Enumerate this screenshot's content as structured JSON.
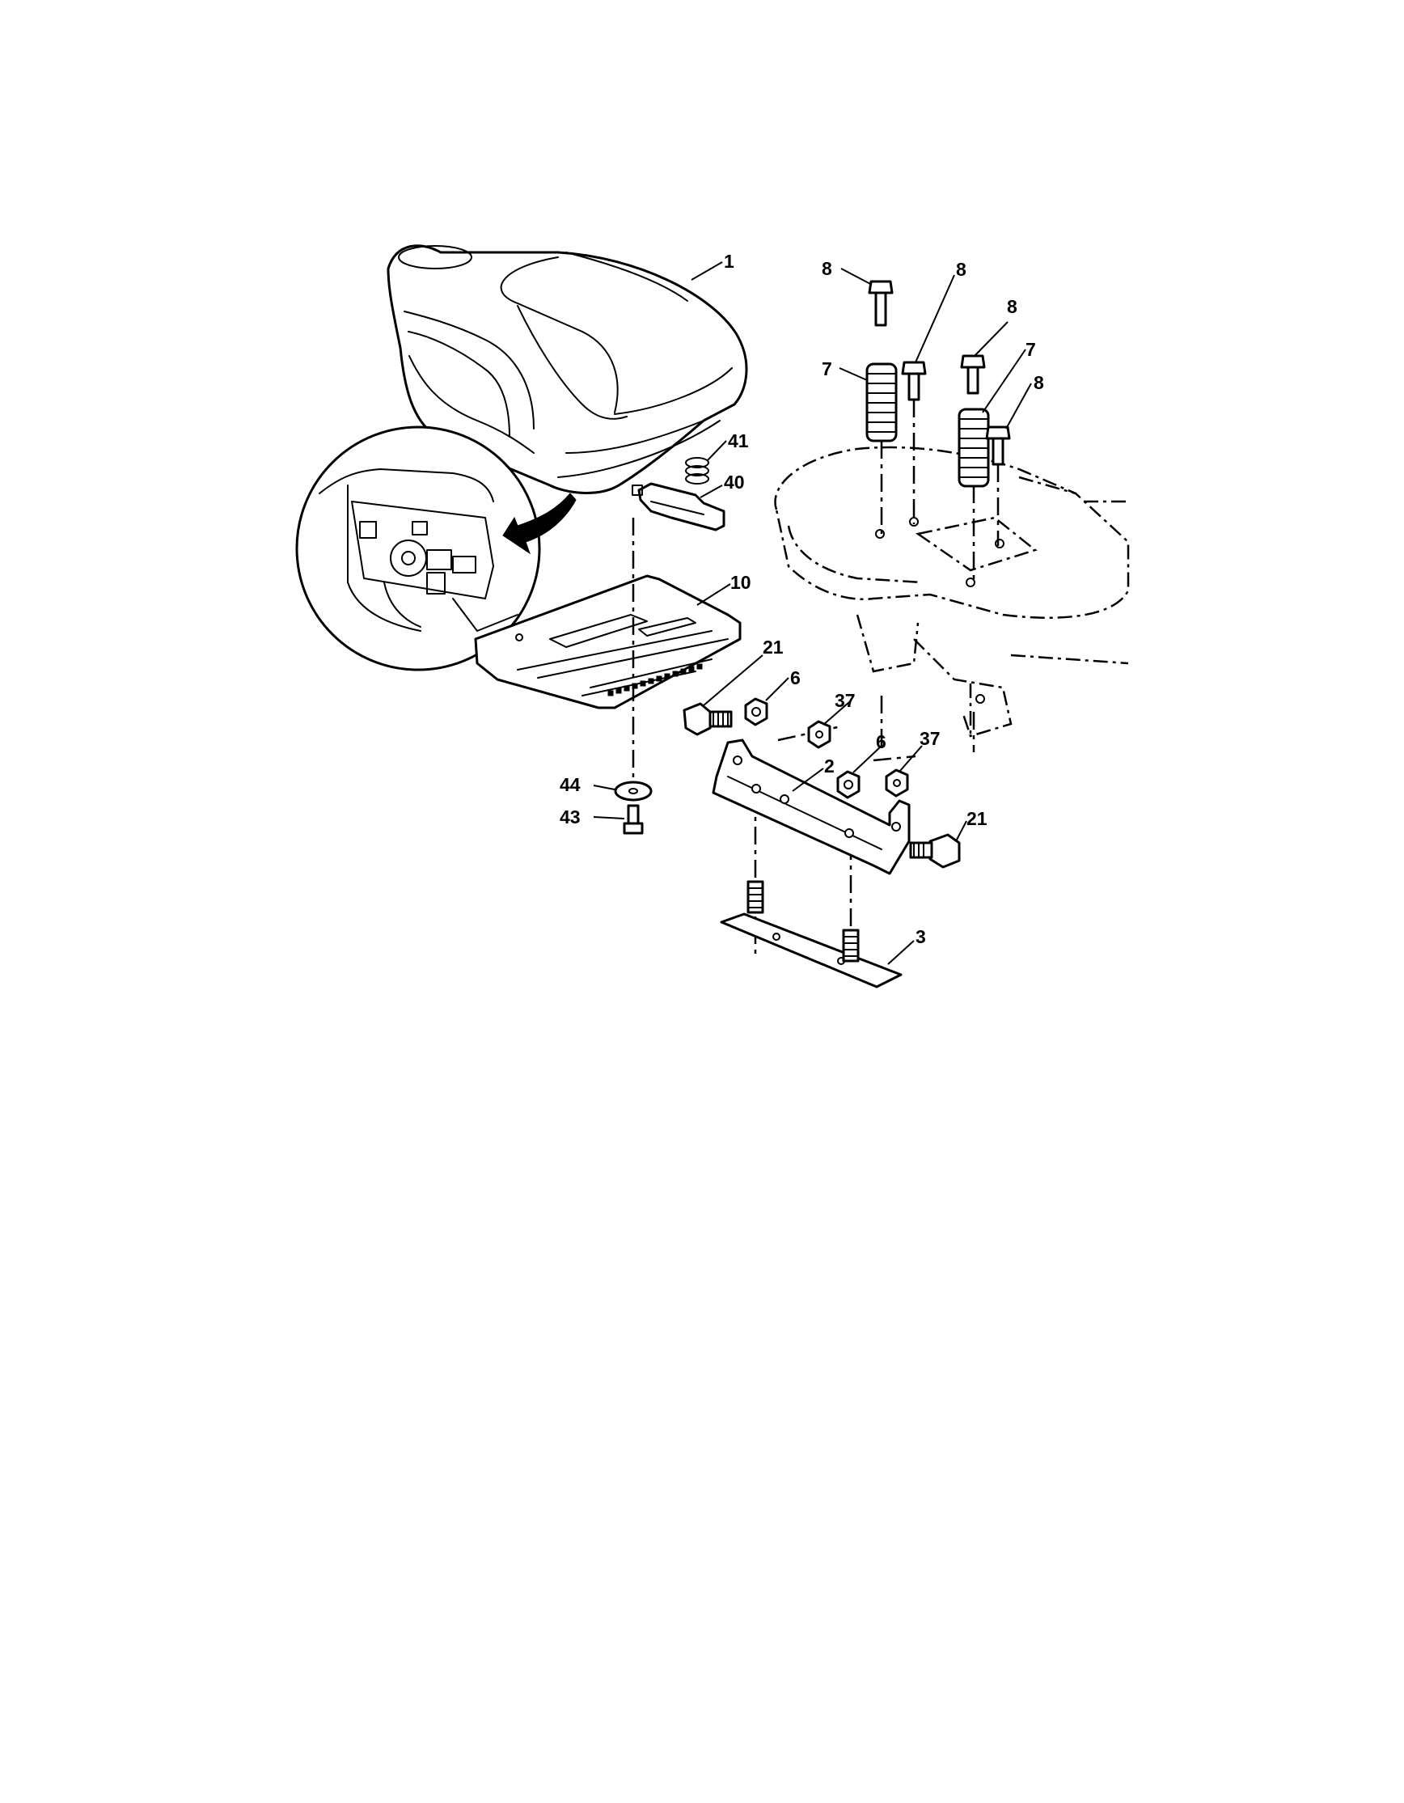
{
  "callouts": {
    "seat": "1",
    "seat_pan": "10",
    "spring_top": "41",
    "switch_bracket": "40",
    "bolt_8a": "8",
    "bolt_8b": "8",
    "bolt_8c": "8",
    "bolt_8d": "8",
    "spring_7a": "7",
    "spring_7b": "7",
    "pivot_bolt_left": "21",
    "pivot_bolt_right": "21",
    "nut_6_left": "6",
    "nut_6_right": "6",
    "nut_37_left": "37",
    "nut_37_right": "37",
    "bracket": "2",
    "base_plate": "3",
    "washer": "44",
    "screw": "43"
  }
}
